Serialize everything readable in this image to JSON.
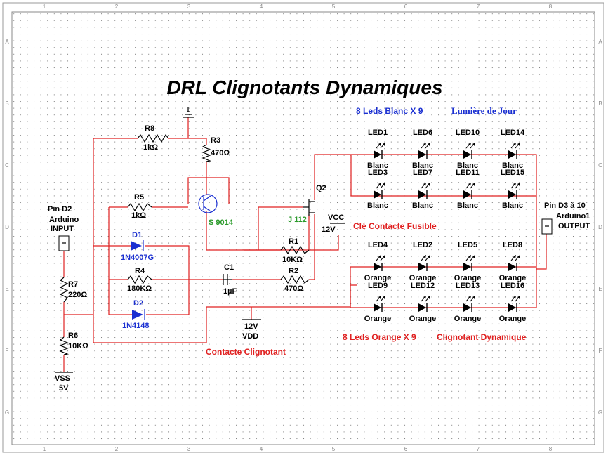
{
  "title": "DRL Clignotants Dynamiques",
  "headings": {
    "white_leds": "8 Leds Blanc X 9",
    "day_light": "Lumière de Jour",
    "orange_leds": "8 Leds Orange X 9",
    "dynamic_turn": "Clignotant Dynamique",
    "cle": "Clé Contacte Fusible",
    "contacte": "Contacte Clignotant"
  },
  "border_rows": [
    "A",
    "B",
    "C",
    "D",
    "E",
    "F",
    "G"
  ],
  "border_cols": [
    "1",
    "2",
    "3",
    "4",
    "5",
    "6",
    "7",
    "8"
  ],
  "components": {
    "r8_name": "R8",
    "r8_val": "1kΩ",
    "r3_name": "R3",
    "r3_val": "470Ω",
    "r5_name": "R5",
    "r5_val": "1kΩ",
    "d1_name": "D1",
    "d1_val": "1N4007G",
    "r4_name": "R4",
    "r4_val": "180KΩ",
    "d2_name": "D2",
    "d2_val": "1N4148",
    "r7_name": "R7",
    "r7_val": "220Ω",
    "r6_name": "R6",
    "r6_val": "10KΩ",
    "q1_val": "S 9014",
    "q2_name": "Q2",
    "q2_val": "J 112",
    "c1_name": "C1",
    "c1_val": "1µF",
    "r1_name": "R1",
    "r1_val": "10KΩ",
    "r2_name": "R2",
    "r2_val": "470Ω",
    "vcc_name": "VCC",
    "vcc_val": "12V",
    "vdd_val": "12V",
    "vdd_name": "VDD",
    "vss_name": "VSS",
    "vss_val": "5V",
    "input_pin": "Pin D2",
    "input_dev": "Arduino",
    "input_name": "INPUT",
    "output_pin": "Pin D3 à 10",
    "output_dev": "Arduino1",
    "output_name": "OUTPUT"
  },
  "leds": {
    "row1": [
      {
        "name": "LED1",
        "color": "Blanc"
      },
      {
        "name": "LED6",
        "color": "Blanc"
      },
      {
        "name": "LED10",
        "color": "Blanc"
      },
      {
        "name": "LED14",
        "color": "Blanc"
      }
    ],
    "row2": [
      {
        "name": "LED3",
        "color": "Blanc"
      },
      {
        "name": "LED7",
        "color": "Blanc"
      },
      {
        "name": "LED11",
        "color": "Blanc"
      },
      {
        "name": "LED15",
        "color": "Blanc"
      }
    ],
    "row3": [
      {
        "name": "LED4",
        "color": "Orange"
      },
      {
        "name": "LED2",
        "color": "Orange"
      },
      {
        "name": "LED5",
        "color": "Orange"
      },
      {
        "name": "LED8",
        "color": "Orange"
      }
    ],
    "row4": [
      {
        "name": "LED9",
        "color": "Orange"
      },
      {
        "name": "LED12",
        "color": "Orange"
      },
      {
        "name": "LED13",
        "color": "Orange"
      },
      {
        "name": "LED16",
        "color": "Orange"
      }
    ]
  }
}
